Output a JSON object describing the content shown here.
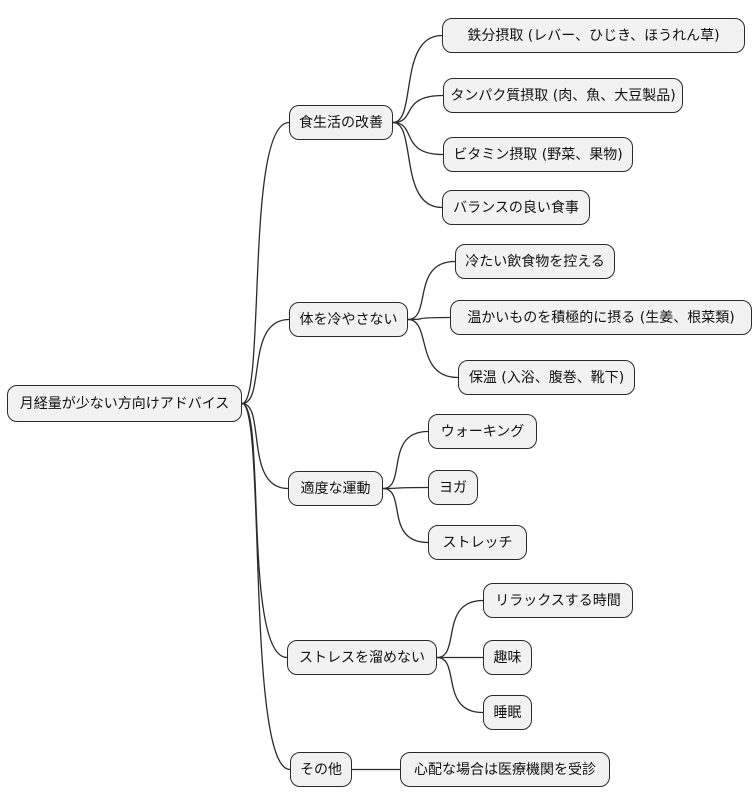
{
  "style": {
    "node_fill": "#f2f2f2",
    "node_border": "#2b2b2b",
    "line_color": "#2b2b2b",
    "text_color": "#111111",
    "background": "#ffffff"
  },
  "mindmap": {
    "root": {
      "label": "月経量が少ない方向けアドバイス"
    },
    "branches": [
      {
        "label": "食生活の改善",
        "children": [
          {
            "label": "鉄分摂取 (レバー、ひじき、ほうれん草)"
          },
          {
            "label": "タンパク質摂取 (肉、魚、大豆製品)"
          },
          {
            "label": "ビタミン摂取 (野菜、果物)"
          },
          {
            "label": "バランスの良い食事"
          }
        ]
      },
      {
        "label": "体を冷やさない",
        "children": [
          {
            "label": "冷たい飲食物を控える"
          },
          {
            "label": "温かいものを積極的に摂る (生姜、根菜類)"
          },
          {
            "label": "保温 (入浴、腹巻、靴下)"
          }
        ]
      },
      {
        "label": "適度な運動",
        "children": [
          {
            "label": "ウォーキング"
          },
          {
            "label": "ヨガ"
          },
          {
            "label": "ストレッチ"
          }
        ]
      },
      {
        "label": "ストレスを溜めない",
        "children": [
          {
            "label": "リラックスする時間"
          },
          {
            "label": "趣味"
          },
          {
            "label": "睡眠"
          }
        ]
      },
      {
        "label": "その他",
        "children": [
          {
            "label": "心配な場合は医療機関を受診"
          }
        ]
      }
    ]
  }
}
